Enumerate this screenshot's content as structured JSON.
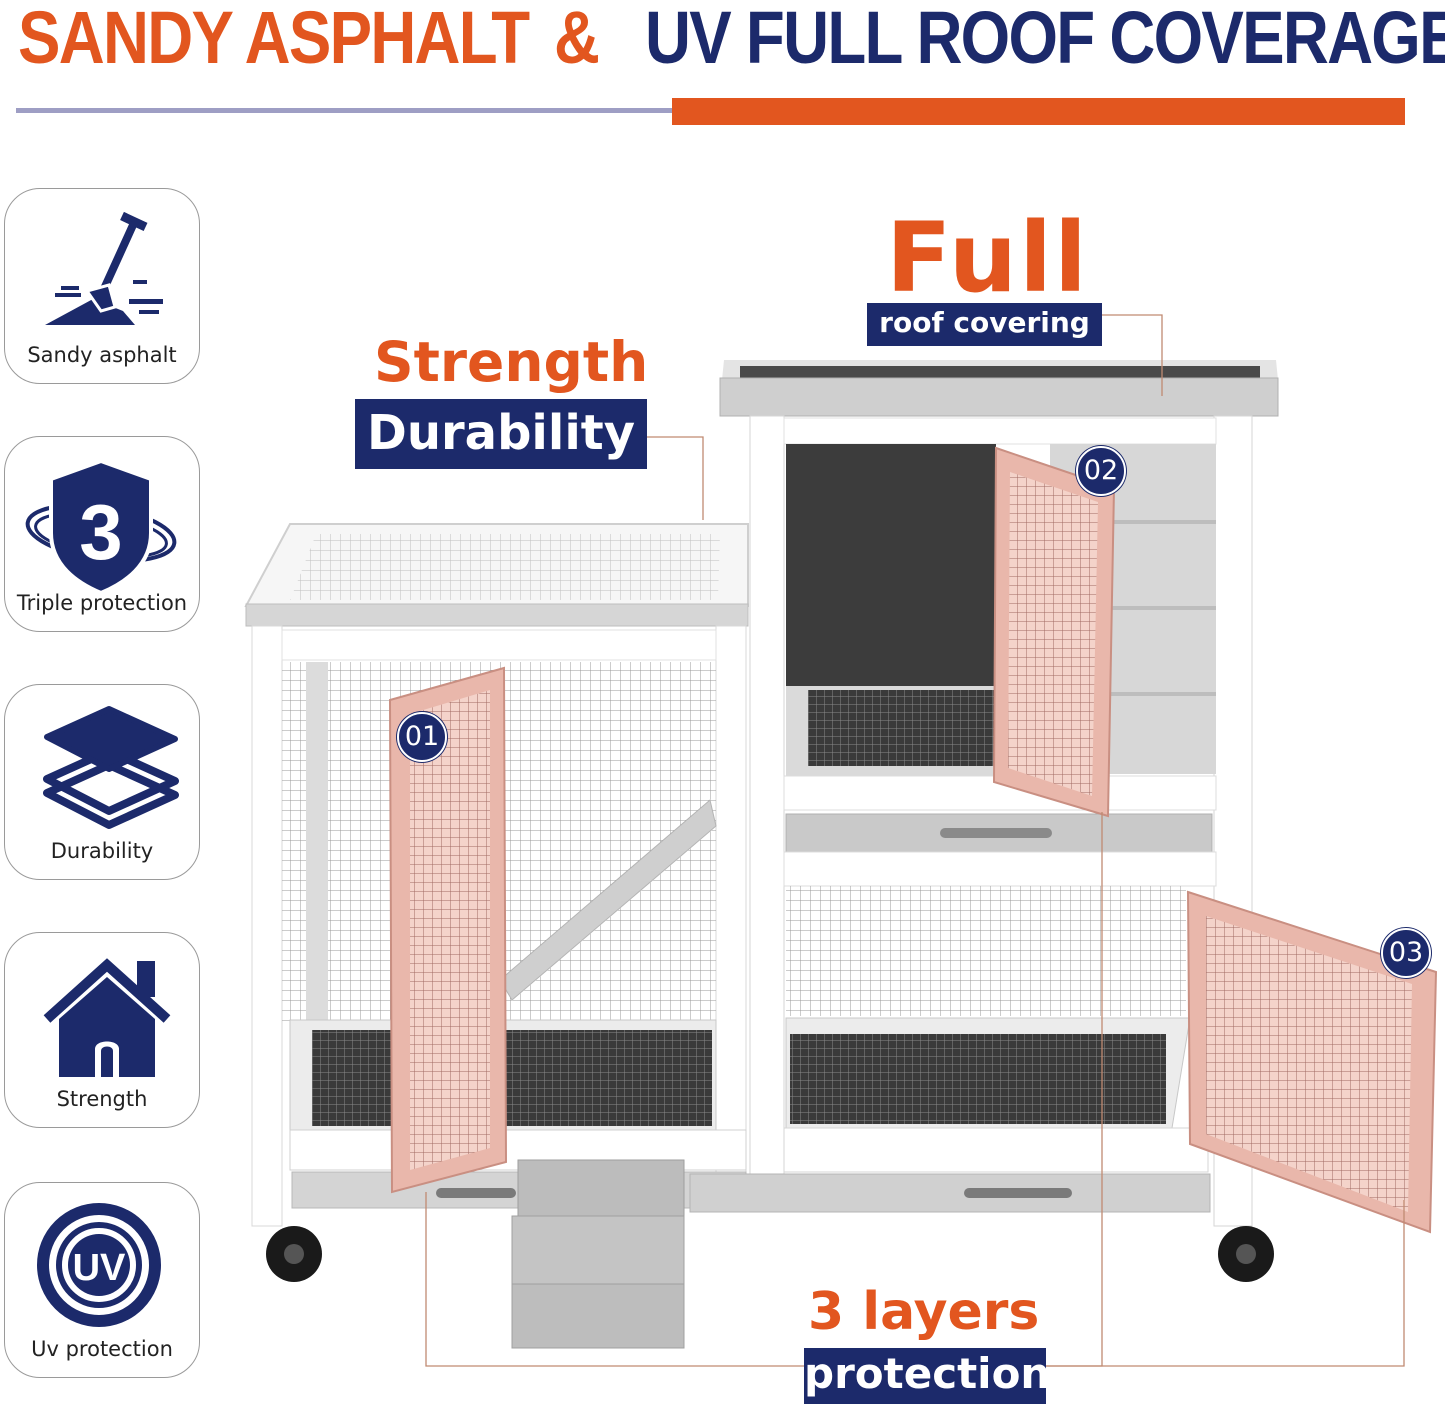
{
  "header": {
    "left": "SANDY ASPHALT",
    "amp": "&",
    "right": "UV FULL ROOF COVERAGE"
  },
  "colors": {
    "accent_orange": "#e2561f",
    "navy": "#1c2a6b",
    "rule_grey": "#9e9ec4",
    "door_pink": "#e9b7ab"
  },
  "features": [
    {
      "label": "Sandy asphalt",
      "icon": "shovel-asphalt-icon"
    },
    {
      "label": "Triple protection",
      "icon": "shield-3-icon"
    },
    {
      "label": "Durability",
      "icon": "layers-icon"
    },
    {
      "label": "Strength",
      "icon": "house-icon"
    },
    {
      "label": "Uv protection",
      "icon": "uv-icon"
    }
  ],
  "callouts": {
    "full_title": "Full",
    "full_box": "roof covering",
    "strength_title": "Strength",
    "strength_box": "Durability",
    "layers_title": "3 layers",
    "layers_box": "protection"
  },
  "badges": [
    "01",
    "02",
    "03"
  ]
}
